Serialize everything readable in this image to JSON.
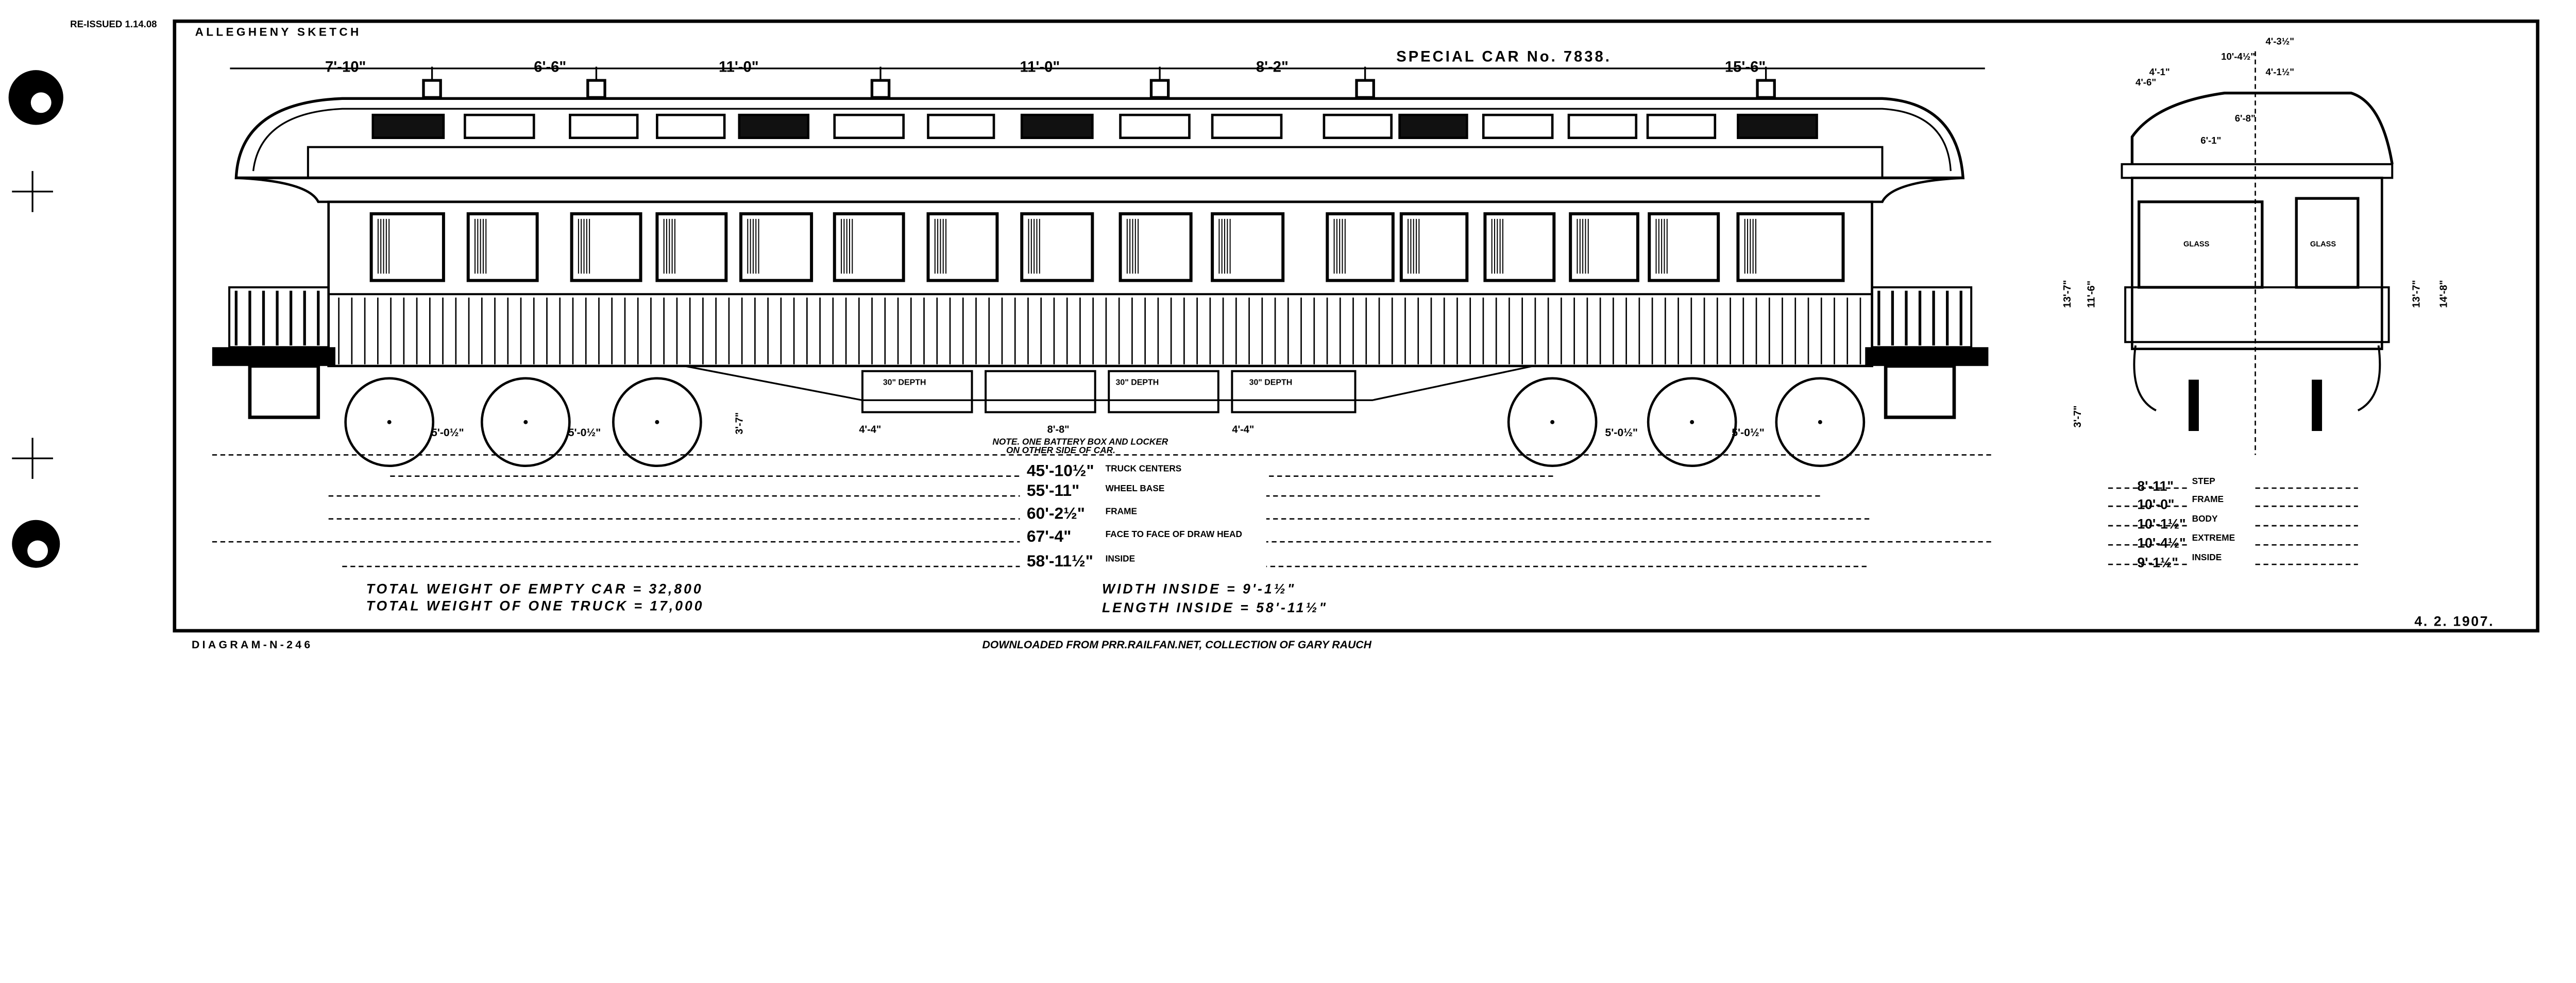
{
  "sheet": {
    "reissued": "RE-ISSUED 1.14.08",
    "title": "ALLEGHENY SKETCH",
    "car_name": "SPECIAL CAR No. 7838.",
    "diagram_number": "DIAGRAM-N-246",
    "date": "4. 2. 1907.",
    "credit": "DOWNLOADED FROM PRR.RAILFAN.NET, COLLECTION OF GARY RAUCH"
  },
  "top_dimensions": [
    "7'-10\"",
    "6'-6\"",
    "11'-0\"",
    "11'-0\"",
    "8'-2\"",
    "15'-6\""
  ],
  "underframe": {
    "boxes": [
      "30\" DEPTH",
      "30\" DEPTH",
      "30\" DEPTH"
    ],
    "dims": [
      "4'-4\"",
      "8'-8\"",
      "4'-4\""
    ],
    "wheel_spacing": [
      "5'-0½\"",
      "5'-0½\"",
      "5'-0½\"",
      "5'-0½\""
    ],
    "note_line1": "NOTE. ONE BATTERY BOX AND LOCKER",
    "note_line2": "ON OTHER SIDE OF CAR."
  },
  "length_dimensions": [
    {
      "value": "45'-10½\"",
      "label": "TRUCK CENTERS"
    },
    {
      "value": "55'-11\"",
      "label": "WHEEL BASE"
    },
    {
      "value": "60'-2½\"",
      "label": "FRAME"
    },
    {
      "value": "67'-4\"",
      "label": "FACE TO FACE OF DRAW HEAD"
    },
    {
      "value": "58'-11½\"",
      "label": "INSIDE"
    }
  ],
  "width_dimensions": [
    {
      "value": "8'-11\"",
      "label": "STEP"
    },
    {
      "value": "10'-0\"",
      "label": "FRAME"
    },
    {
      "value": "10'-1½\"",
      "label": "BODY"
    },
    {
      "value": "10'-4½\"",
      "label": "EXTREME"
    },
    {
      "value": "9'-1½\"",
      "label": "INSIDE"
    }
  ],
  "end_view": {
    "dims": [
      "4'-3½\"",
      "10'-4½\"",
      "4'-1\"",
      "4'-1½\"",
      "4'-6\"",
      "6'-8\"",
      "6'-1\""
    ],
    "glass_left": "GLASS",
    "glass_right": "GLASS",
    "heights": [
      "13'-7\"",
      "11'-6\"",
      "3'-7\"",
      "13'-7\"",
      "14'-8\""
    ]
  },
  "side_heights": [
    "3'-7\""
  ],
  "weights": {
    "empty_car": "TOTAL WEIGHT OF EMPTY CAR = 32,800",
    "one_truck": "TOTAL WEIGHT OF ONE TRUCK = 17,000",
    "width_inside": "WIDTH INSIDE = 9'-1½\"",
    "length_inside": "LENGTH INSIDE = 58'-11½\""
  }
}
